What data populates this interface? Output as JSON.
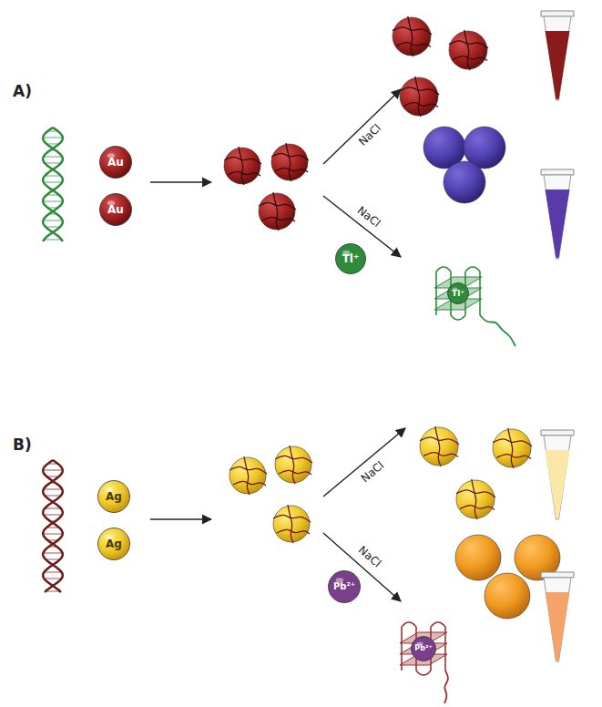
{
  "diagram": {
    "nodes": [
      {
        "text": [
          "Au"
        ]
      },
      {
        "text": [
          "Au"
        ]
      },
      {
        "text": [
          "Tl⁺"
        ]
      },
      {
        "text": [
          "Tl⁺"
        ]
      },
      {
        "text": [
          "Ag"
        ]
      },
      {
        "text": [
          "Ag"
        ]
      },
      {
        "text": [
          "Pb²⁺"
        ]
      },
      {
        "text": [
          "Pb²⁺"
        ]
      }
    ],
    "labels": [
      "A)",
      "NaCl",
      "NaCl",
      "B)",
      "NaCl",
      "NaCl"
    ]
  }
}
